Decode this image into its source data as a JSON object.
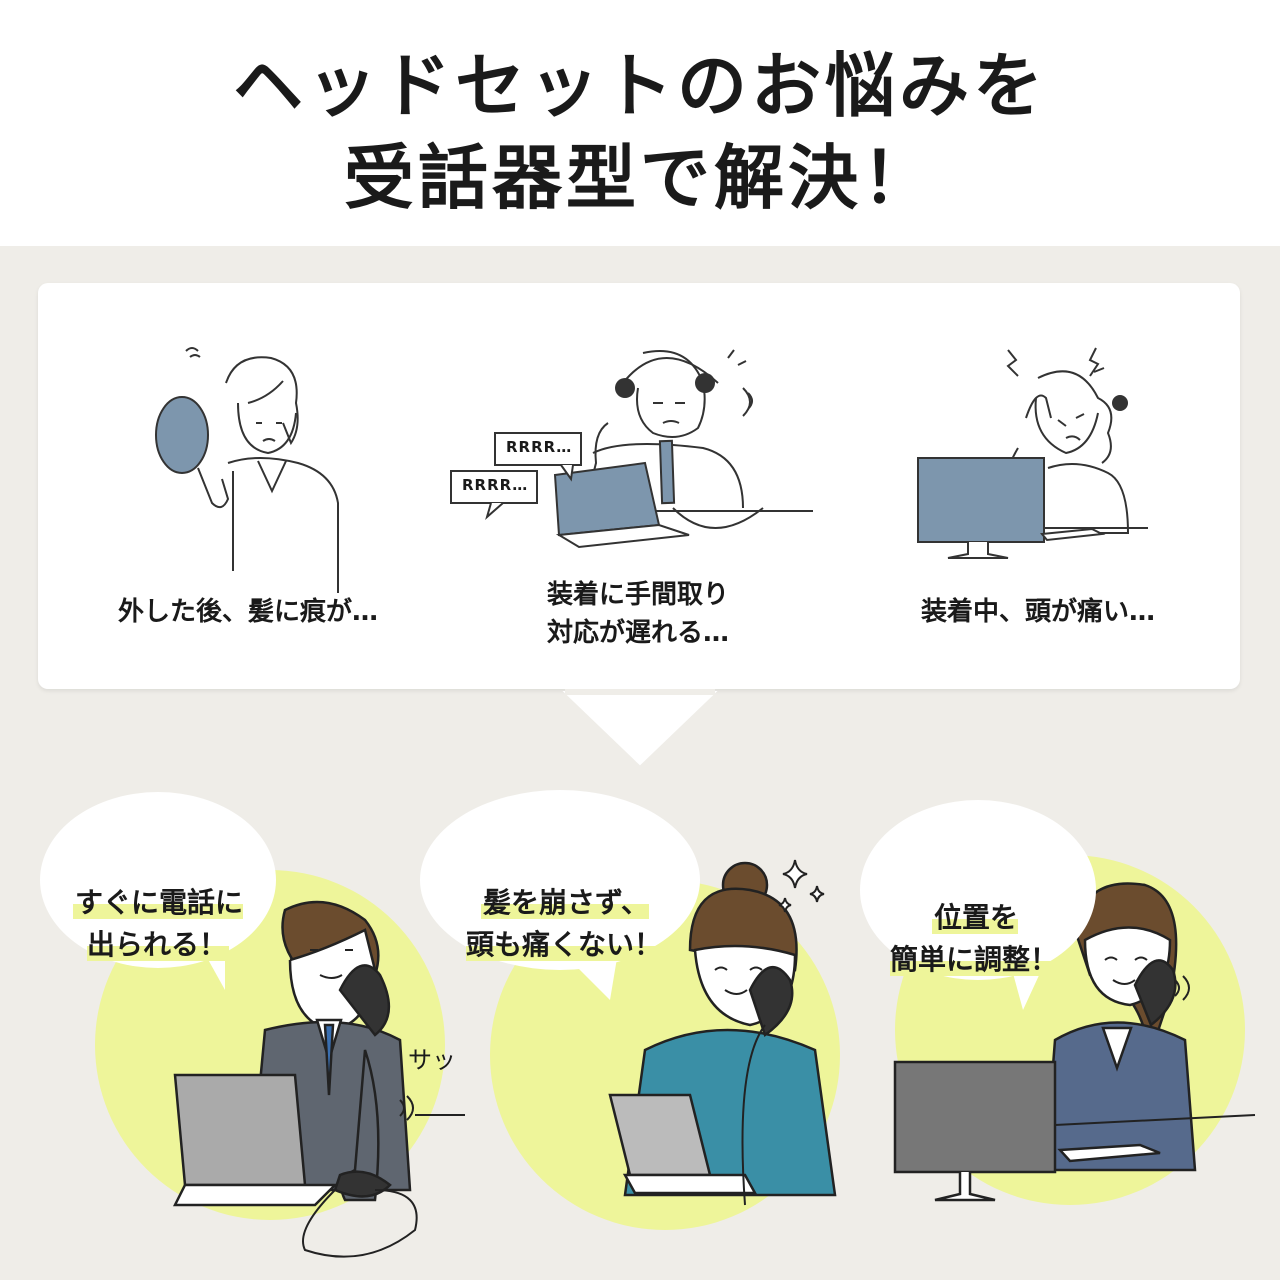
{
  "headline": {
    "line1": "ヘッドセットのお悩みを",
    "line2": "受話器型で解決！"
  },
  "problems": [
    {
      "icon": "mirror-woman-illustration",
      "label": "外した後、髪に痕が…"
    },
    {
      "icon": "headset-man-illustration",
      "label": "装着に手間取り\n対応が遅れる…",
      "bubbles": [
        "RRRR…",
        "RRRR…"
      ]
    },
    {
      "icon": "headache-woman-illustration",
      "label": "装着中、頭が痛い…"
    }
  ],
  "solutions": [
    {
      "icon": "businessman-phone-illustration",
      "bubble": "すぐに電話に\n出られる！",
      "sfx": "サッ"
    },
    {
      "icon": "woman-bun-phone-illustration",
      "bubble": "髪を崩さず、\n頭も痛くない！"
    },
    {
      "icon": "woman-desk-phone-illustration",
      "bubble": "位置を\n簡単に調整！"
    }
  ],
  "colors": {
    "background": "#efede8",
    "circle": "#eef59a",
    "highlight": "#eef59a",
    "illustration_blue": "#7d96ad",
    "suit_gray": "#5f6670",
    "sweater_teal": "#3a8fa6",
    "suit_blue": "#566a8c"
  }
}
